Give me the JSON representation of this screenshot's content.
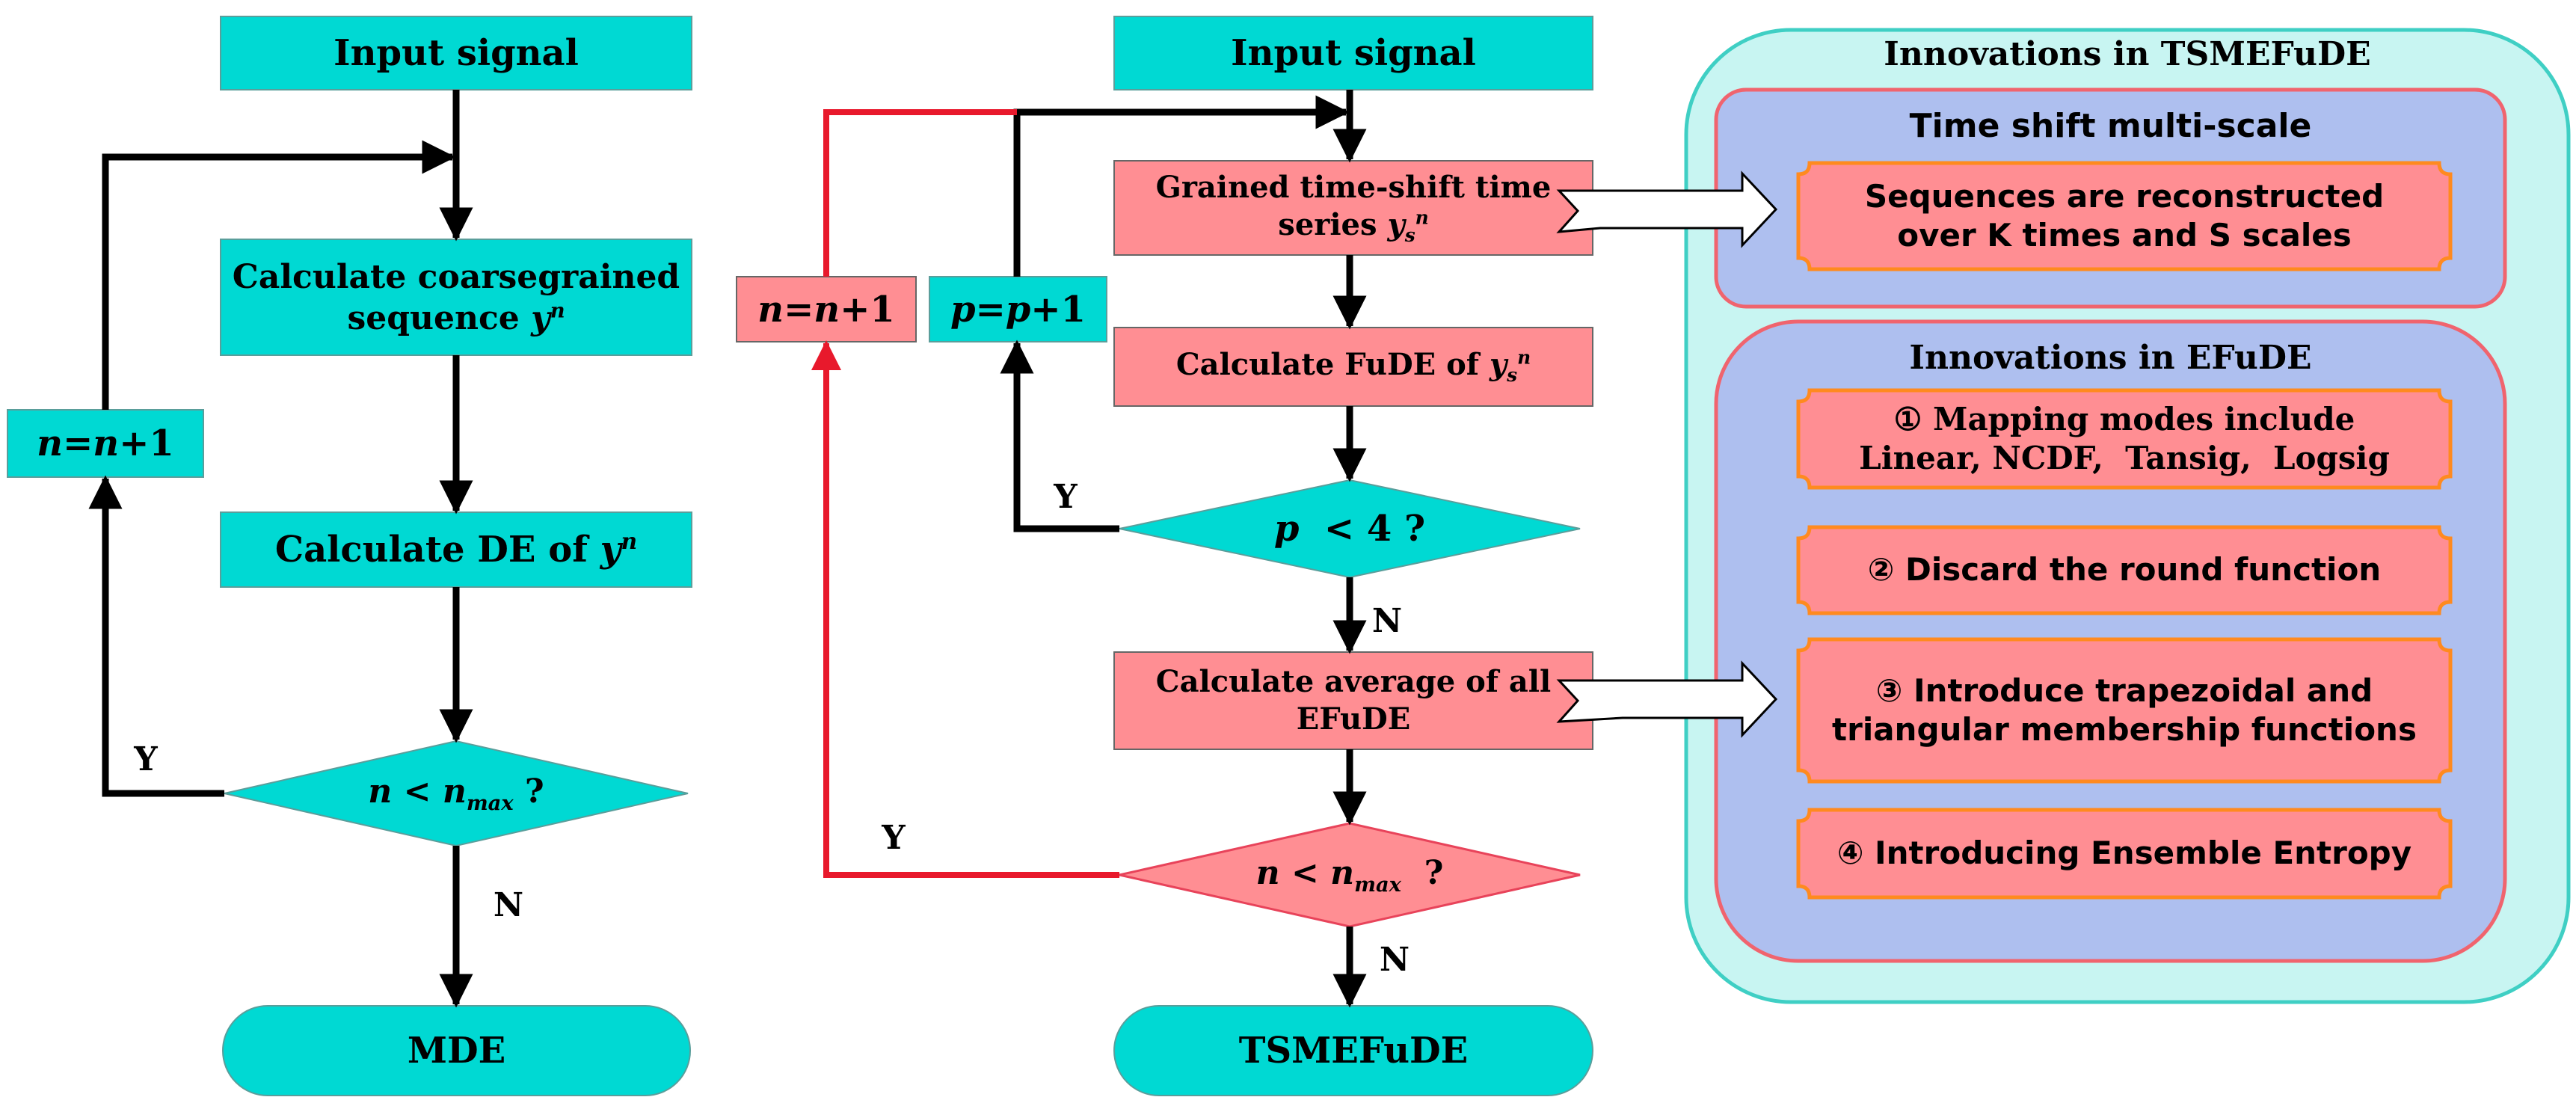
{
  "left_flow": {
    "input": "Input signal",
    "coarse_1": "Calculate coarsegrained",
    "coarse_2": "sequence",
    "coarse_var": "y",
    "coarse_sup": "n",
    "de_prefix": "Calculate DE of",
    "de_var": "y",
    "de_sup": "n",
    "counter_n": "n",
    "counter_eq": "=",
    "counter_n2": "n",
    "counter_plus": "+1",
    "decision_n": "n",
    "decision_lt": " < ",
    "decision_nmax": "n",
    "decision_sub": "max",
    "decision_q": " ?",
    "yes": "Y",
    "no": "N",
    "output": "MDE"
  },
  "middle_flow": {
    "input": "Input signal",
    "grained_1": "Grained time-shift time",
    "grained_2": "series",
    "grained_var": "y",
    "grained_sub": "s",
    "grained_sup": "n",
    "fude_prefix": "Calculate FuDE of",
    "fude_var": "y",
    "fude_sub": "s",
    "fude_sup": "n",
    "p_counter_p": "p",
    "p_counter_eq": "=",
    "p_counter_p2": "p",
    "p_counter_plus": "+1",
    "n_counter_n": "n",
    "n_counter_eq": "=",
    "n_counter_n2": "n",
    "n_counter_plus": "+1",
    "p_decision_p": "p",
    "p_decision_rest": "  < 4 ?",
    "average_1": "Calculate average of all",
    "average_2": "EFuDE",
    "n_decision_n": "n",
    "n_decision_lt": " < ",
    "n_decision_nmax": "n",
    "n_decision_sub": "max",
    "n_decision_q": "  ?",
    "yes_p": "Y",
    "no_p": "N",
    "yes_n": "Y",
    "no_n": "N",
    "output": "TSMEFuDE"
  },
  "innovations": {
    "title": "Innovations in TSMEFuDE",
    "time_shift": {
      "title": "Time shift multi-scale",
      "line1": "Sequences are reconstructed",
      "line2": "over K times and S scales"
    },
    "efude": {
      "title": "Innovations in EFuDE",
      "item1_line1": "① Mapping modes include",
      "item1_line2": "Linear, NCDF,  Tansig,  Logsig",
      "item2": "② Discard the round function",
      "item3_line1": "③ Introduce trapezoidal and",
      "item3_line2": "triangular membership functions",
      "item4": "④ Introducing Ensemble Entropy"
    }
  },
  "colors": {
    "teal_fill": "#00d9d3",
    "pink_fill": "#ff8e93",
    "pink_stroke": "#e8435a",
    "outer_panel_fill": "#c8f5f2",
    "outer_panel_stroke": "#3fcfc4",
    "inner_panel_fill": "#aebfef",
    "inner_panel_stroke": "#f0646e",
    "orange_stroke": "#ff8a1f",
    "loop_red": "#e8192c",
    "line_black": "#000000"
  }
}
